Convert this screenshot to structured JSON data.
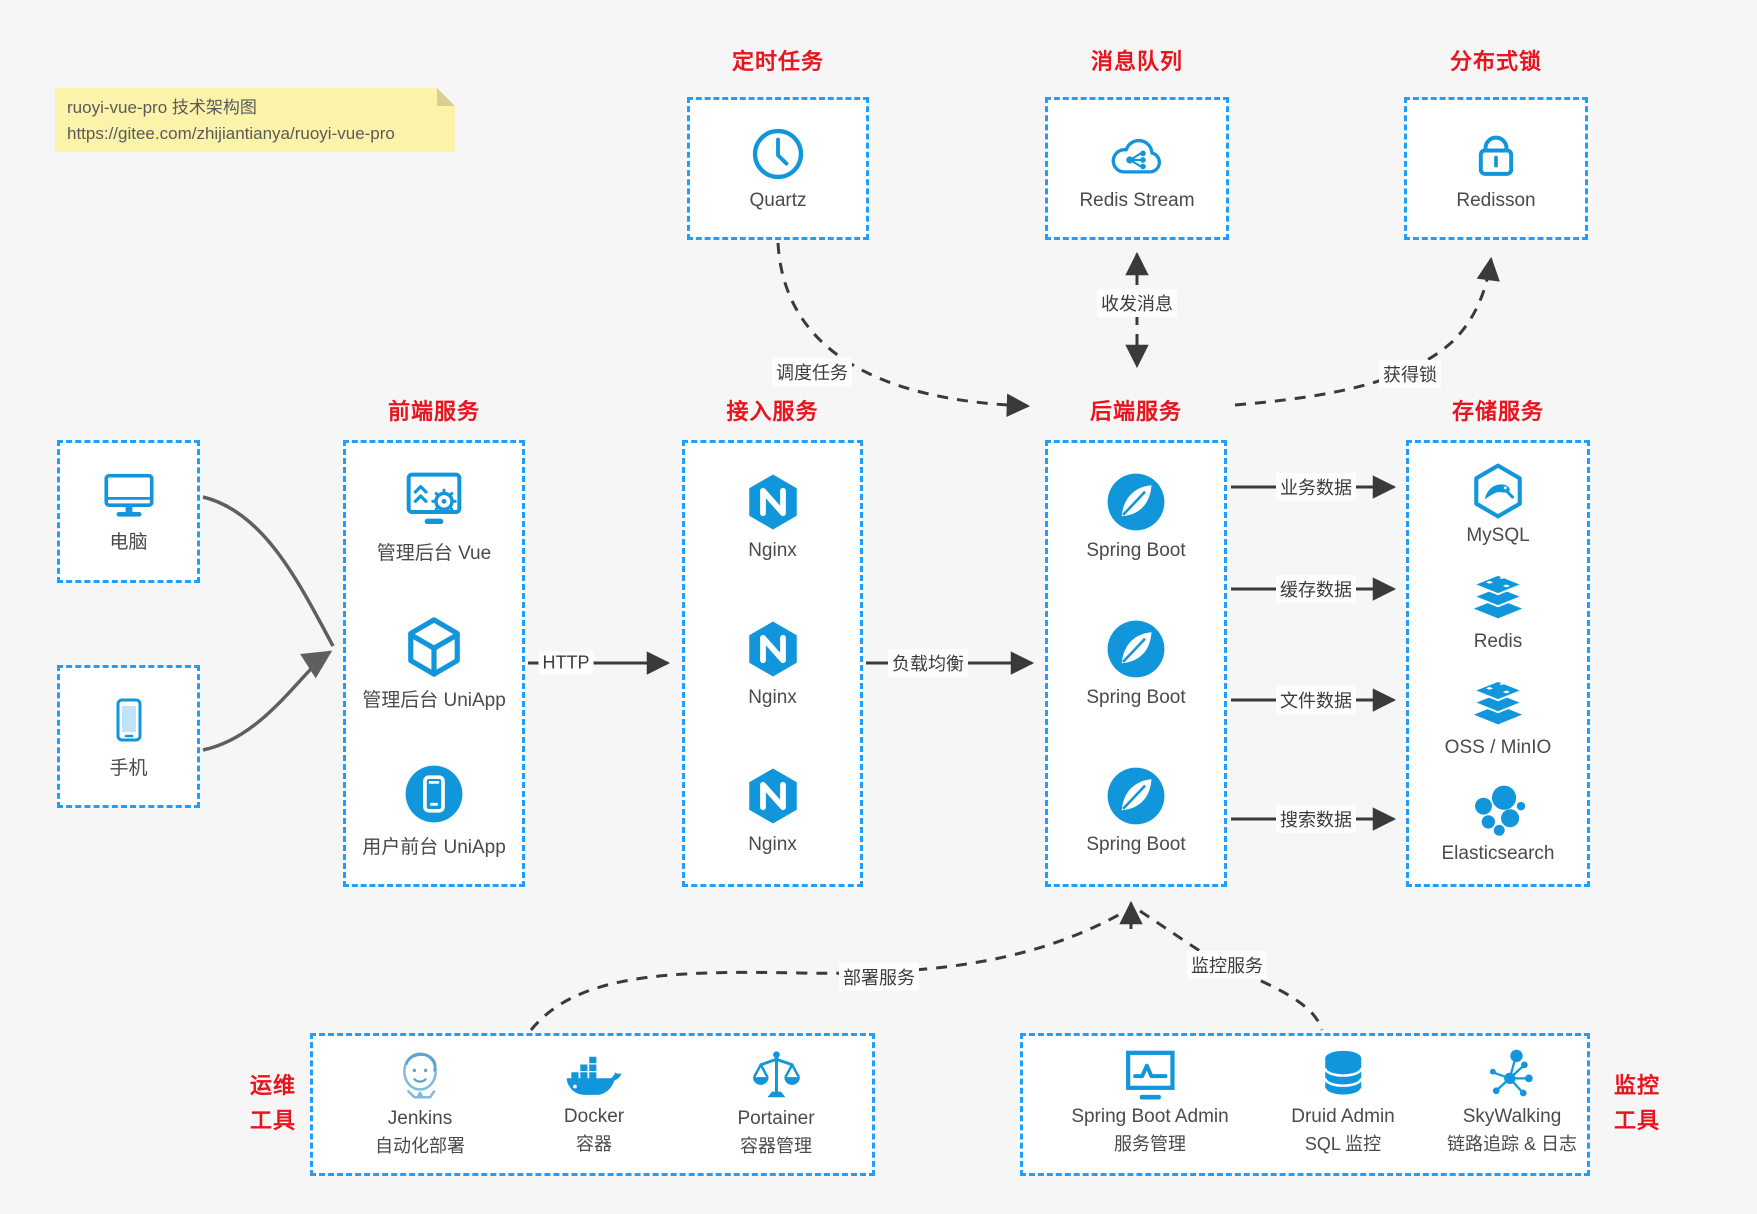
{
  "colors": {
    "accent_blue": "#1296db",
    "box_border_blue": "#1e9fff",
    "title_red": "#e8141e",
    "arrow_dark": "#3a3a3a",
    "note_bg": "#faf3a9",
    "canvas_bg": "#f6f6f6"
  },
  "note": {
    "line1": "ruoyi-vue-pro 技术架构图",
    "line2": "https://gitee.com/zhijiantianya/ruoyi-vue-pro"
  },
  "top_services": [
    {
      "title": "定时任务",
      "label": "Quartz",
      "icon": "clock-icon"
    },
    {
      "title": "消息队列",
      "label": "Redis Stream",
      "icon": "cloud-network-icon"
    },
    {
      "title": "分布式锁",
      "label": "Redisson",
      "icon": "lock-icon"
    }
  ],
  "clients": [
    {
      "label": "电脑",
      "icon": "desktop-icon"
    },
    {
      "label": "手机",
      "icon": "phone-icon"
    }
  ],
  "columns": {
    "frontend": {
      "title": "前端服务",
      "items": [
        {
          "label": "管理后台 Vue",
          "icon": "admin-vue-icon"
        },
        {
          "label": "管理后台 UniApp",
          "icon": "cube-icon"
        },
        {
          "label": "用户前台 UniApp",
          "icon": "user-app-icon"
        }
      ]
    },
    "gateway": {
      "title": "接入服务",
      "items": [
        {
          "label": "Nginx",
          "icon": "nginx-icon"
        },
        {
          "label": "Nginx",
          "icon": "nginx-icon"
        },
        {
          "label": "Nginx",
          "icon": "nginx-icon"
        }
      ]
    },
    "backend": {
      "title": "后端服务",
      "items": [
        {
          "label": "Spring Boot",
          "icon": "spring-boot-icon"
        },
        {
          "label": "Spring Boot",
          "icon": "spring-boot-icon"
        },
        {
          "label": "Spring Boot",
          "icon": "spring-boot-icon"
        }
      ]
    },
    "storage": {
      "title": "存储服务",
      "items": [
        {
          "label": "MySQL",
          "icon": "mysql-icon"
        },
        {
          "label": "Redis",
          "icon": "redis-stack-icon"
        },
        {
          "label": "OSS / MinIO",
          "icon": "redis-stack-icon"
        },
        {
          "label": "Elasticsearch",
          "icon": "elasticsearch-icon"
        }
      ]
    }
  },
  "edges": {
    "http": "HTTP",
    "load_balance": "负载均衡",
    "biz_data": "业务数据",
    "cache_data": "缓存数据",
    "file_data": "文件数据",
    "search_data": "搜索数据",
    "schedule_task": "调度任务",
    "send_receive_message": "收发消息",
    "acquire_lock": "获得锁",
    "deploy_service": "部署服务",
    "monitor_service": "监控服务"
  },
  "ops_tools": {
    "title_line1": "运维",
    "title_line2": "工具",
    "items": [
      {
        "name": "Jenkins",
        "desc": "自动化部署",
        "icon": "jenkins-icon"
      },
      {
        "name": "Docker",
        "desc": "容器",
        "icon": "docker-icon"
      },
      {
        "name": "Portainer",
        "desc": "容器管理",
        "icon": "portainer-icon"
      }
    ]
  },
  "monitor_tools": {
    "title_line1": "监控",
    "title_line2": "工具",
    "items": [
      {
        "name": "Spring Boot Admin",
        "desc": "服务管理",
        "icon": "monitor-pulse-icon"
      },
      {
        "name": "Druid Admin",
        "desc": "SQL 监控",
        "icon": "database-icon"
      },
      {
        "name": "SkyWalking",
        "desc": "链路追踪 & 日志",
        "icon": "graph-node-icon"
      }
    ]
  }
}
